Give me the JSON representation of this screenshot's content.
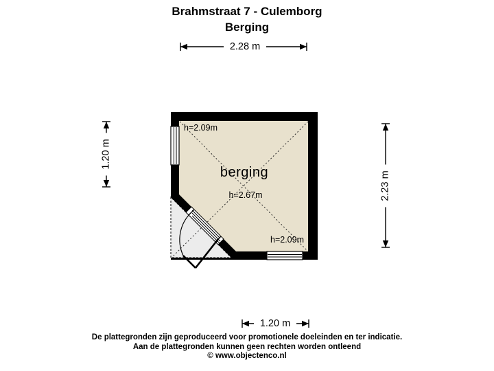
{
  "header": {
    "title": "Brahmstraat 7 - Culemborg",
    "subtitle": "Berging"
  },
  "dimensions": {
    "top": "2.28 m",
    "left": "1.20 m",
    "right": "2.23 m",
    "bottom": "1.20 m"
  },
  "room": {
    "name": "berging",
    "ceiling_height": "h=2.67m",
    "height_top_left": "h=2.09m",
    "height_bottom_right": "h=2.09m"
  },
  "footer": {
    "line1": "De plattegronden zijn geproduceerd voor promotionele doeleinden en ter indicatie.",
    "line2": "Aan de plattegronden kunnen geen rechten worden ontleend",
    "line3": "© www.objectenco.nl"
  },
  "colors": {
    "floor_fill": "#e8e1cd",
    "wall": "#000000",
    "outside_area_fill": "#ececec",
    "background": "#ffffff"
  }
}
